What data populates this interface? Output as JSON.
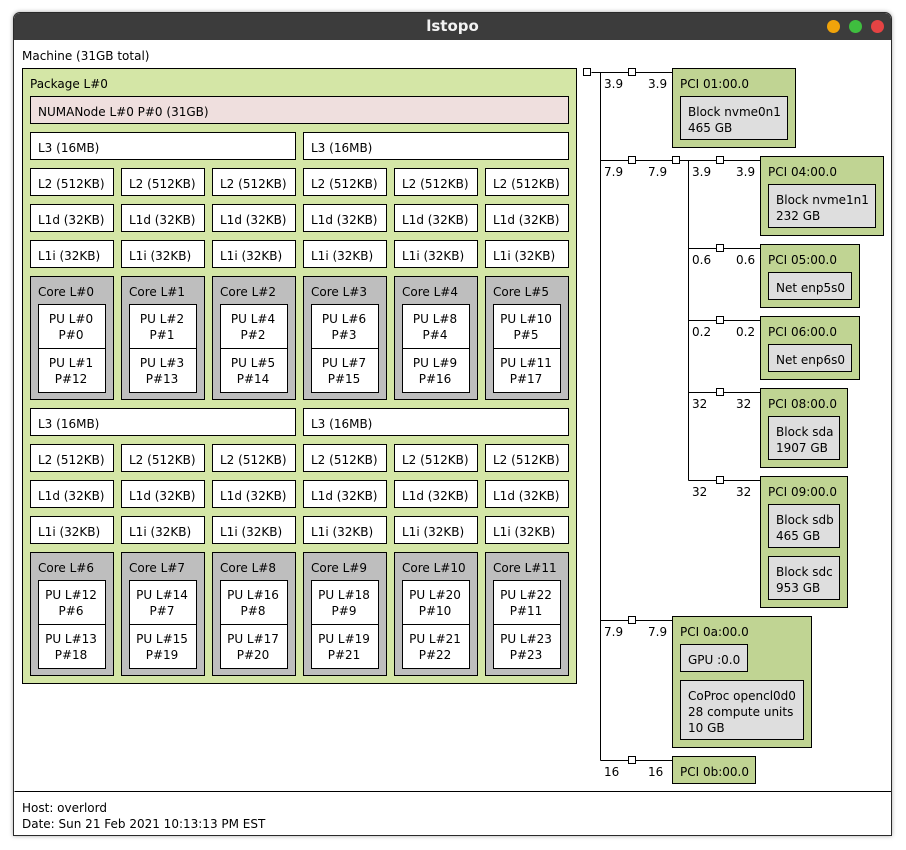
{
  "window": {
    "title": "lstopo",
    "buttons": [
      {
        "name": "minimize",
        "color": "#f0a30a"
      },
      {
        "name": "maximize",
        "color": "#3fbe3f"
      },
      {
        "name": "close",
        "color": "#e54343"
      }
    ]
  },
  "colors": {
    "package": "#d4e6a6",
    "numa": "#efdfde",
    "cache": "#ffffff",
    "core": "#bebebe",
    "pu": "#ffffff",
    "pci": "#c0d493",
    "os_device": "#dedede",
    "line": "#000000"
  },
  "machine": {
    "label": "Machine (31GB total)",
    "package": {
      "label": "Package L#0",
      "numa": "NUMANode L#0 P#0 (31GB)",
      "groups": [
        {
          "l3": [
            "L3 (16MB)",
            "L3 (16MB)"
          ],
          "l2": [
            "L2 (512KB)",
            "L2 (512KB)",
            "L2 (512KB)",
            "L2 (512KB)",
            "L2 (512KB)",
            "L2 (512KB)"
          ],
          "l1d": [
            "L1d (32KB)",
            "L1d (32KB)",
            "L1d (32KB)",
            "L1d (32KB)",
            "L1d (32KB)",
            "L1d (32KB)"
          ],
          "l1i": [
            "L1i (32KB)",
            "L1i (32KB)",
            "L1i (32KB)",
            "L1i (32KB)",
            "L1i (32KB)",
            "L1i (32KB)"
          ],
          "cores": [
            {
              "label": "Core L#0",
              "pus": [
                [
                  "PU L#0",
                  "P#0"
                ],
                [
                  "PU L#1",
                  "P#12"
                ]
              ]
            },
            {
              "label": "Core L#1",
              "pus": [
                [
                  "PU L#2",
                  "P#1"
                ],
                [
                  "PU L#3",
                  "P#13"
                ]
              ]
            },
            {
              "label": "Core L#2",
              "pus": [
                [
                  "PU L#4",
                  "P#2"
                ],
                [
                  "PU L#5",
                  "P#14"
                ]
              ]
            },
            {
              "label": "Core L#3",
              "pus": [
                [
                  "PU L#6",
                  "P#3"
                ],
                [
                  "PU L#7",
                  "P#15"
                ]
              ]
            },
            {
              "label": "Core L#4",
              "pus": [
                [
                  "PU L#8",
                  "P#4"
                ],
                [
                  "PU L#9",
                  "P#16"
                ]
              ]
            },
            {
              "label": "Core L#5",
              "pus": [
                [
                  "PU L#10",
                  "P#5"
                ],
                [
                  "PU L#11",
                  "P#17"
                ]
              ]
            }
          ]
        },
        {
          "l3": [
            "L3 (16MB)",
            "L3 (16MB)"
          ],
          "l2": [
            "L2 (512KB)",
            "L2 (512KB)",
            "L2 (512KB)",
            "L2 (512KB)",
            "L2 (512KB)",
            "L2 (512KB)"
          ],
          "l1d": [
            "L1d (32KB)",
            "L1d (32KB)",
            "L1d (32KB)",
            "L1d (32KB)",
            "L1d (32KB)",
            "L1d (32KB)"
          ],
          "l1i": [
            "L1i (32KB)",
            "L1i (32KB)",
            "L1i (32KB)",
            "L1i (32KB)",
            "L1i (32KB)",
            "L1i (32KB)"
          ],
          "cores": [
            {
              "label": "Core L#6",
              "pus": [
                [
                  "PU L#12",
                  "P#6"
                ],
                [
                  "PU L#13",
                  "P#18"
                ]
              ]
            },
            {
              "label": "Core L#7",
              "pus": [
                [
                  "PU L#14",
                  "P#7"
                ],
                [
                  "PU L#15",
                  "P#19"
                ]
              ]
            },
            {
              "label": "Core L#8",
              "pus": [
                [
                  "PU L#16",
                  "P#8"
                ],
                [
                  "PU L#17",
                  "P#20"
                ]
              ]
            },
            {
              "label": "Core L#9",
              "pus": [
                [
                  "PU L#18",
                  "P#9"
                ],
                [
                  "PU L#19",
                  "P#21"
                ]
              ]
            },
            {
              "label": "Core L#10",
              "pus": [
                [
                  "PU L#20",
                  "P#10"
                ],
                [
                  "PU L#21",
                  "P#22"
                ]
              ]
            },
            {
              "label": "Core L#11",
              "pus": [
                [
                  "PU L#22",
                  "P#11"
                ],
                [
                  "PU L#23",
                  "P#23"
                ]
              ]
            }
          ]
        }
      ]
    }
  },
  "pci": {
    "links": [
      {
        "left": "3.9",
        "right": "3.9"
      },
      {
        "left": "7.9",
        "right": "7.9"
      },
      {
        "left": "3.9",
        "right": "3.9"
      },
      {
        "left": "0.6",
        "right": "0.6"
      },
      {
        "left": "0.2",
        "right": "0.2"
      },
      {
        "left": "32",
        "right": "32"
      },
      {
        "left": "32",
        "right": "32"
      },
      {
        "left": "7.9",
        "right": "7.9"
      },
      {
        "left": "16",
        "right": "16"
      }
    ],
    "devices": [
      {
        "label": "PCI 01:00.0",
        "children": [
          [
            "Block nvme0n1",
            "465 GB"
          ]
        ]
      },
      {
        "label": "PCI 04:00.0",
        "children": [
          [
            "Block nvme1n1",
            "232 GB"
          ]
        ]
      },
      {
        "label": "PCI 05:00.0",
        "children": [
          [
            "Net enp5s0"
          ]
        ]
      },
      {
        "label": "PCI 06:00.0",
        "children": [
          [
            "Net enp6s0"
          ]
        ]
      },
      {
        "label": "PCI 08:00.0",
        "children": [
          [
            "Block sda",
            "1907 GB"
          ]
        ]
      },
      {
        "label": "PCI 09:00.0",
        "children": [
          [
            "Block sdb",
            "465 GB"
          ],
          [
            "Block sdc",
            "953 GB"
          ]
        ]
      },
      {
        "label": "PCI 0a:00.0",
        "children": [
          [
            "GPU :0.0"
          ],
          [
            "CoProc opencl0d0",
            "28 compute units",
            "10 GB"
          ]
        ]
      },
      {
        "label": "PCI 0b:00.0",
        "children": []
      }
    ]
  },
  "footer": {
    "host": "Host: overlord",
    "date": "Date: Sun 21 Feb 2021 10:13:13 PM EST"
  }
}
